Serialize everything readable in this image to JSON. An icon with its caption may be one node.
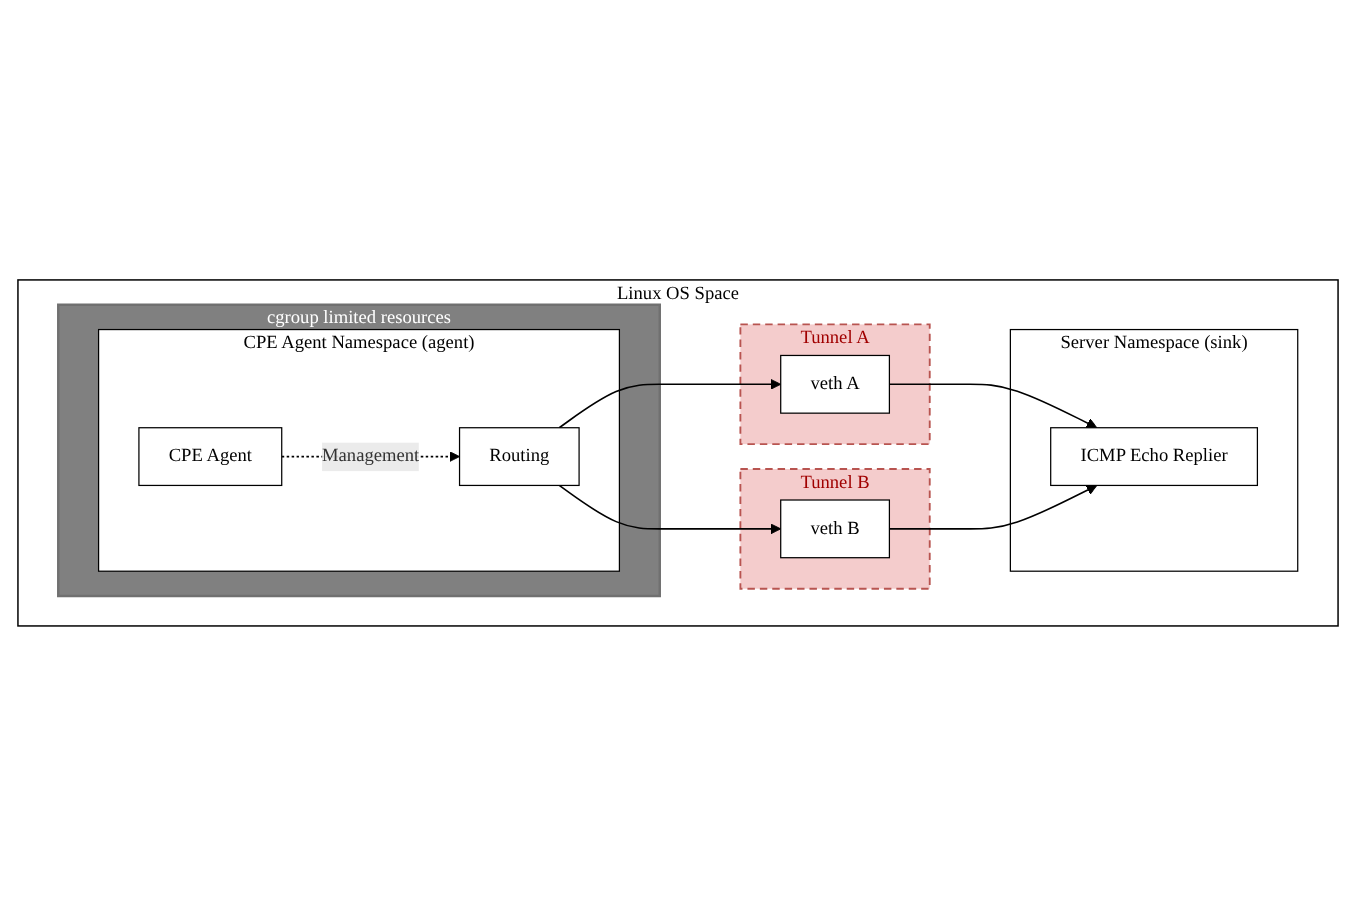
{
  "diagram": {
    "nodes": [
      {
        "text": [
          "Linux OS Space"
        ]
      },
      {
        "text": [
          "cgroup limited resources"
        ],
        "in": 0
      },
      {
        "text": [
          "CPE Agent Namespace (agent)"
        ],
        "in": 1
      },
      {
        "text": [
          "Routing"
        ],
        "in": 2
      },
      {
        "text": [
          "CPE Agent"
        ],
        "in": 2
      },
      {
        "text": [
          "Tunnel A"
        ],
        "in": 0
      },
      {
        "text": [
          "veth A"
        ],
        "in": 5
      },
      {
        "text": [
          "Tunnel B"
        ],
        "in": 0
      },
      {
        "text": [
          "veth B"
        ],
        "in": 7
      },
      {
        "text": [
          "Server Namespace (sink)"
        ],
        "in": 0
      },
      {
        "text": [
          "ICMP Echo Replier"
        ],
        "in": 9
      }
    ],
    "edges": [
      {
        "from": 4,
        "to": 3,
        "arrow": "to",
        "label": "Management",
        "style": "dashed"
      },
      {
        "from": 3,
        "to": 6,
        "arrow": "to"
      },
      {
        "from": 3,
        "to": 8,
        "arrow": "to"
      },
      {
        "from": 6,
        "to": 10,
        "arrow": "to"
      },
      {
        "from": 8,
        "to": 10,
        "arrow": "to"
      }
    ]
  }
}
